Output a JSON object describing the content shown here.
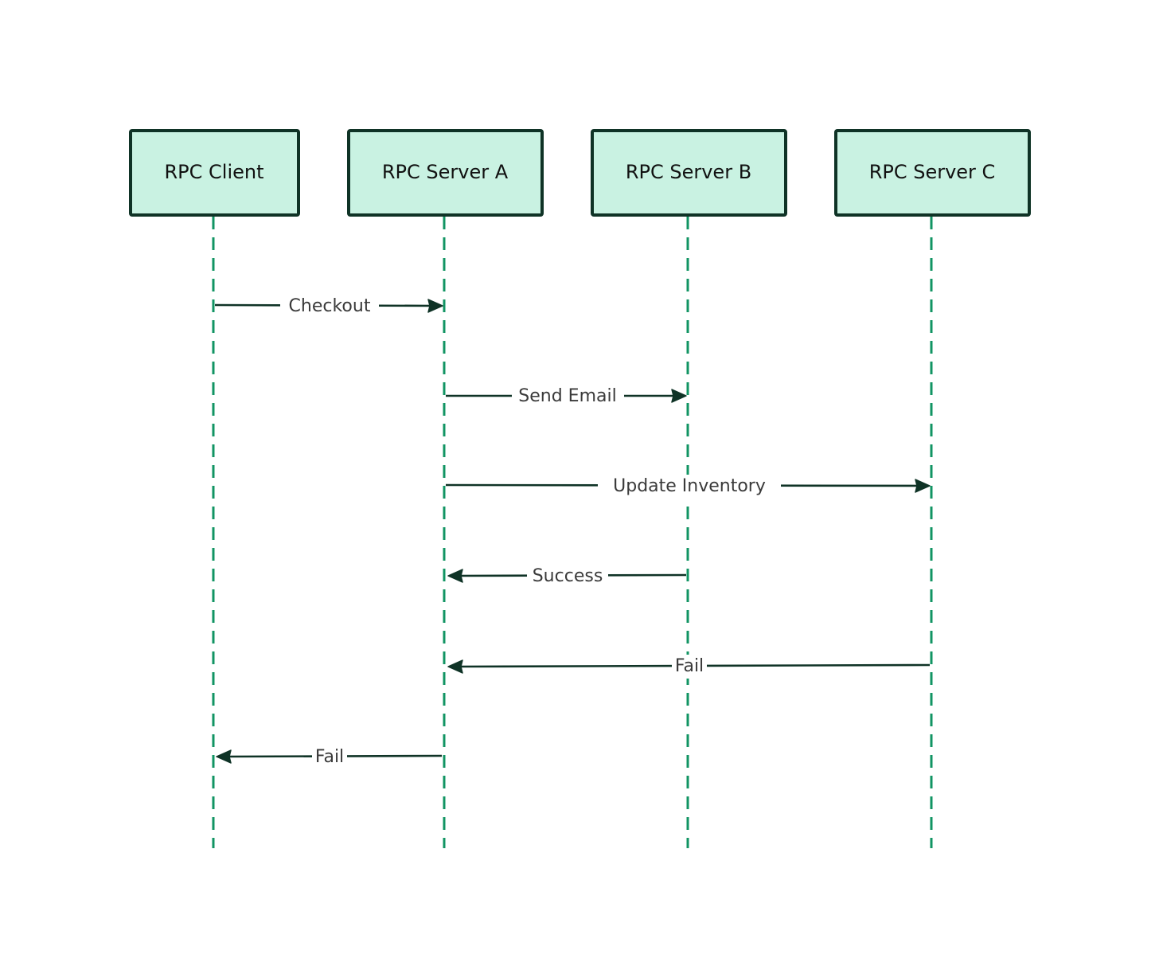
{
  "diagram": {
    "type": "sequence",
    "participants": [
      {
        "id": "client",
        "label": "RPC Client"
      },
      {
        "id": "a",
        "label": "RPC Server A"
      },
      {
        "id": "b",
        "label": "RPC Server B"
      },
      {
        "id": "c",
        "label": "RPC Server C"
      }
    ],
    "messages": [
      {
        "from": "client",
        "to": "a",
        "label": "Checkout"
      },
      {
        "from": "a",
        "to": "b",
        "label": "Send Email"
      },
      {
        "from": "a",
        "to": "c",
        "label": "Update Inventory"
      },
      {
        "from": "b",
        "to": "a",
        "label": "Success"
      },
      {
        "from": "c",
        "to": "a",
        "label": "Fail"
      },
      {
        "from": "a",
        "to": "client",
        "label": "Fail"
      }
    ]
  },
  "colors": {
    "box_fill": "#c9f2e2",
    "box_stroke": "#0f3326",
    "lifeline": "#119463",
    "arrow": "#0f3326",
    "label_text": "#3a3a3a"
  }
}
